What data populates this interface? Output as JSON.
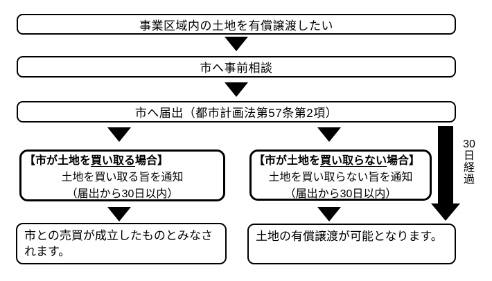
{
  "flow": {
    "step1": "事業区域内の土地を有償譲渡したい",
    "step2": "市へ事前相談",
    "step3": "市へ届出（都市計画法第57条第2項）",
    "buy_case": {
      "heading_prefix": "【市が土地を",
      "heading_underlined": "買い取る",
      "heading_suffix": "場合】",
      "notice": "土地を買い取る旨を通知",
      "deadline": "（届出から30日以内）",
      "result": "市との売買が成立したものとみなされます。"
    },
    "no_buy_case": {
      "heading_prefix": "【市が土地を",
      "heading_underlined": "買い取らない",
      "heading_suffix": "場合】",
      "notice": "土地を買い取らない旨を通知",
      "deadline": "（届出から30日以内）",
      "result": "土地の有償譲渡が可能となります。"
    },
    "elapsed_arrow_label": [
      "30",
      "日",
      "経",
      "過"
    ],
    "colors": {
      "line": "#000000",
      "box_background": "#ffffff",
      "arrow": "#000000"
    }
  }
}
